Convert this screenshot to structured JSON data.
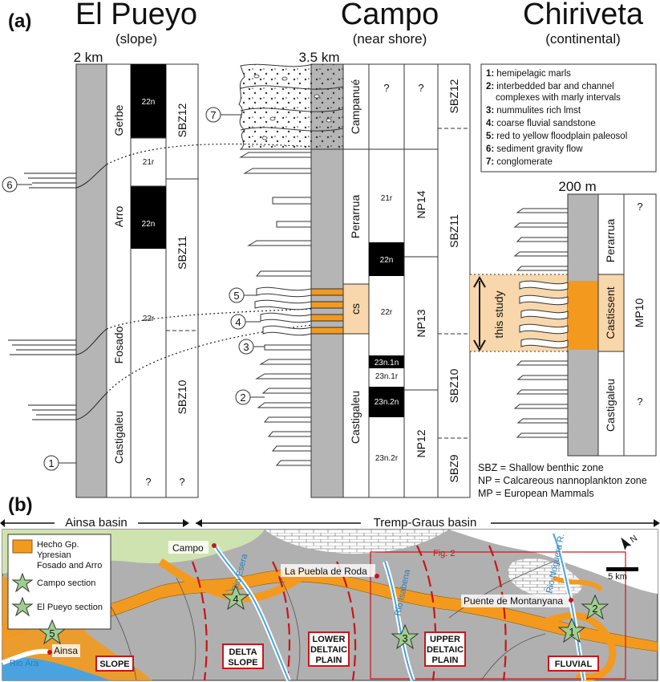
{
  "panel_a": {
    "label": "(a)",
    "sections": {
      "pueyo": {
        "name": "El Pueyo",
        "setting": "(slope)",
        "thickness": "2 km"
      },
      "campo": {
        "name": "Campo",
        "setting": "(near shore)",
        "thickness": "3.5 km"
      },
      "chiriveta": {
        "name": "Chiriveta",
        "setting": "(continental)",
        "thickness": "200 m"
      }
    },
    "pueyo_formations": [
      "Gerbe",
      "Arro",
      "Fosado",
      "Castigaleu"
    ],
    "pueyo_chrons": [
      "22n",
      "21r",
      "22n",
      "22r",
      "?"
    ],
    "pueyo_sbz": [
      "SBZ12",
      "SBZ11",
      "SBZ10",
      "?"
    ],
    "campo_formations": [
      "Campanué",
      "Perarrua",
      "cs",
      "Castigaleu"
    ],
    "campo_chrons": [
      "?",
      "21r",
      "22n",
      "22r",
      "23n.1n",
      "23n.1r",
      "23n.2n",
      "23n.2r"
    ],
    "campo_np": [
      "?",
      "NP14",
      "NP13",
      "NP12"
    ],
    "campo_sbz": [
      "SBZ12",
      "SBZ11",
      "SBZ10",
      "SBZ9"
    ],
    "chiriveta_formations": [
      "Perarrua",
      "Castissent",
      "Castigaleu"
    ],
    "chiriveta_mp": [
      "?",
      "MP10",
      "?"
    ],
    "this_study": "this study",
    "callouts": [
      "1",
      "2",
      "3",
      "4",
      "5",
      "6",
      "7"
    ],
    "legend": [
      {
        "num": "1:",
        "text": "hemipelagic marls"
      },
      {
        "num": "2:",
        "text": "interbedded bar and channel"
      },
      {
        "num": "",
        "text": "complexes with marly intervals"
      },
      {
        "num": "3:",
        "text": "nummulites rich lmst"
      },
      {
        "num": "4:",
        "text": "coarse fluvial sandstone"
      },
      {
        "num": "5:",
        "text": "red to yellow floodplain paleosol"
      },
      {
        "num": "6:",
        "text": "sediment gravity flow"
      },
      {
        "num": "7:",
        "text": "conglomerate"
      }
    ],
    "zones": [
      "SBZ = Shallow benthic zone",
      "NP = Calcareous nannoplankton zone",
      "MP = European Mammals"
    ]
  },
  "panel_b": {
    "label": "(b)",
    "basin_left": "Ainsa basin",
    "basin_right": "Tremp-Graus basin",
    "legend": {
      "formation": [
        "Hecho Gp.",
        "Ypresian",
        "Fosado and Arro"
      ],
      "campo_section": "Campo section",
      "pueyo_section": "El Pueyo section"
    },
    "places": [
      "Campo",
      "La Puebla de Roda",
      "Puente de Montanyana",
      "Ainsa"
    ],
    "rivers": [
      "Rio Esera",
      "Rio Isabena",
      "Rio Noguera R.",
      "Rio Ara"
    ],
    "fig_ref": "Fig. 2",
    "scale": "5 km",
    "north": "N",
    "zones": [
      "SLOPE",
      "DELTA",
      "SLOPE",
      "LOWER",
      "DELTAIC",
      "PLAIN",
      "UPPER",
      "DELTAIC",
      "PLAIN",
      "FLUVIAL"
    ],
    "stars": [
      "1",
      "2",
      "3",
      "4",
      "5"
    ],
    "colors": {
      "orange": "#f39a1e",
      "grey": "#b5b5b5",
      "green": "#cfe3b0",
      "red": "#c8151b",
      "blue": "#4aa3df",
      "light_orange": "#f7d7ab"
    }
  }
}
